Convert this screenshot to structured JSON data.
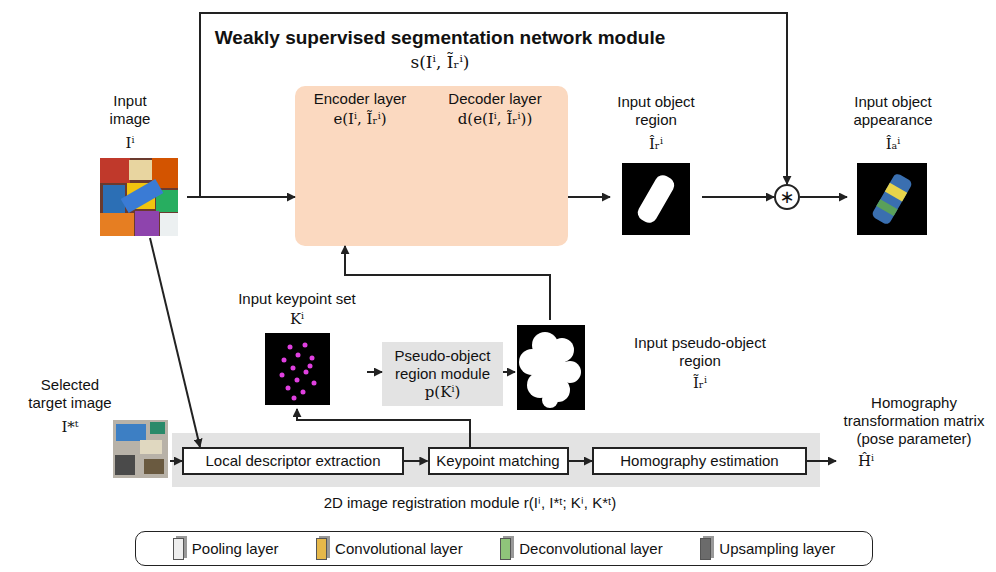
{
  "diagram": {
    "nodes": [
      {
        "text": [
          "Input image",
          "Iⁱ"
        ]
      },
      {
        "text": [
          "Encoder layer",
          "e(Iⁱ, Ĩᵣⁱ)",
          "Decoder layer",
          "d(e(Iⁱ, Ĩᵣⁱ))"
        ]
      },
      {
        "text": [
          "Input object region",
          "Îᵣⁱ"
        ]
      },
      {
        "text": [
          "∗"
        ]
      },
      {
        "text": [
          "Input object appearance",
          "Îₐⁱ"
        ]
      },
      {
        "text": [
          "Input keypoint set",
          "Kⁱ"
        ]
      },
      {
        "text": [
          "Pseudo-object region module",
          "p(Kⁱ)"
        ]
      },
      {
        "text": [
          "Input pseudo-object region",
          "Ĩᵣⁱ"
        ]
      },
      {
        "text": [
          "Selected target image",
          "I*ᵗ"
        ]
      },
      {
        "text": [
          "2D image registration module r(Iⁱ, I*ᵗ; Kⁱ, K*ᵗ)"
        ]
      },
      {
        "text": [
          "Local descriptor extraction"
        ],
        "in": 9
      },
      {
        "text": [
          "Keypoint matching"
        ],
        "in": 9
      },
      {
        "text": [
          "Homography estimation"
        ],
        "in": 9
      },
      {
        "text": [
          "Homography transformation matrix (pose parameter)",
          "Ĥⁱ"
        ]
      }
    ],
    "edges": [
      {
        "from": 0,
        "to": 1,
        "arrow": "to"
      },
      {
        "from": 0,
        "to": 3,
        "arrow": "to"
      },
      {
        "from": 1,
        "to": 2,
        "arrow": "to"
      },
      {
        "from": 2,
        "to": 3,
        "arrow": "to"
      },
      {
        "from": 3,
        "to": 4,
        "arrow": "to"
      },
      {
        "from": 0,
        "to": 10,
        "arrow": "to"
      },
      {
        "from": 8,
        "to": 10,
        "arrow": "to"
      },
      {
        "from": 10,
        "to": 11,
        "arrow": "to"
      },
      {
        "from": 11,
        "to": 12,
        "arrow": "to"
      },
      {
        "from": 12,
        "to": 13,
        "arrow": "to"
      },
      {
        "from": 11,
        "to": 5,
        "arrow": "to"
      },
      {
        "from": 5,
        "to": 6,
        "arrow": "to"
      },
      {
        "from": 6,
        "to": 7,
        "arrow": "to"
      },
      {
        "from": 7,
        "to": 1,
        "arrow": "to"
      }
    ],
    "labels": [
      "Weakly supervised segmentation network module",
      "s(Iⁱ, Ĩᵣⁱ)"
    ],
    "legend": [
      {
        "text": "Pooling layer",
        "color": "#eeeeee"
      },
      {
        "text": "Convolutional layer",
        "color": "#e6b84a"
      },
      {
        "text": "Deconvolutional layer",
        "color": "#8fc47a"
      },
      {
        "text": "Upsampling layer",
        "color": "#6b6b6b"
      }
    ]
  }
}
